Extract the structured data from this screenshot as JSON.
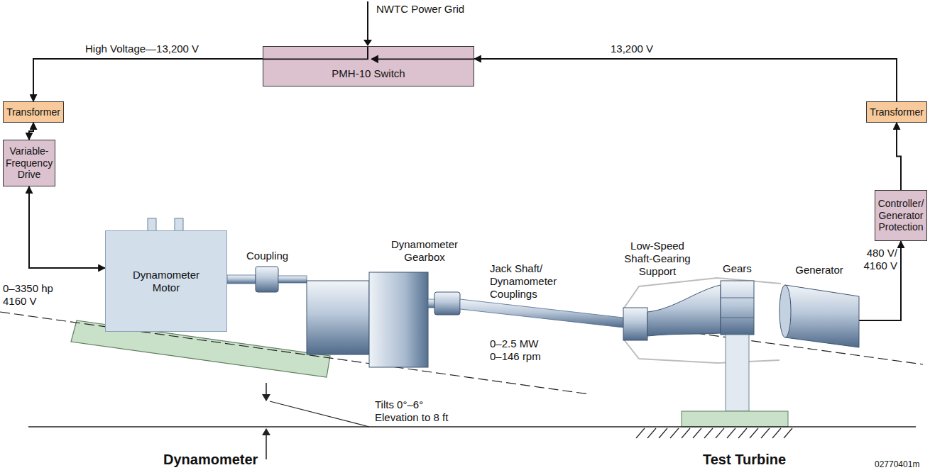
{
  "diagram": {
    "nodes": [
      {
        "text": [
          "PMH-10 Switch"
        ]
      },
      {
        "text": [
          "Transformer"
        ]
      },
      {
        "text": [
          "Variable- Frequency Drive"
        ]
      },
      {
        "text": [
          "Transformer"
        ]
      },
      {
        "text": [
          "Controller/ Generator Protection"
        ]
      },
      {
        "text": [
          "Dynamometer Motor"
        ]
      },
      {
        "text": [
          "Generator"
        ]
      }
    ],
    "edges": [
      {
        "from": 0,
        "to": 1,
        "arrow": "to",
        "label": "High Voltage—13,200 V"
      },
      {
        "from": 1,
        "to": 2,
        "arrow": "both"
      },
      {
        "from": 2,
        "to": 5,
        "arrow": "both",
        "label": "0–3350 hp 4160 V"
      },
      {
        "from": 6,
        "to": 4,
        "arrow": "to",
        "label": "480 V/ 4160 V"
      },
      {
        "from": 4,
        "to": 3,
        "arrow": "to"
      },
      {
        "from": 3,
        "to": 0,
        "arrow": "to",
        "label": "13,200 V"
      }
    ],
    "labels": [
      "NWTC Power Grid",
      "Coupling",
      "Dynamometer Gearbox",
      "Jack Shaft/ Dynamometer Couplings",
      "0–2.5 MW 0–146 rpm",
      "Low-Speed Shaft-Gearing Support",
      "Gears",
      "Tilts 0°–6° Elevation to 8 ft",
      "Dynamometer",
      "Test Turbine",
      "02770401m"
    ]
  }
}
